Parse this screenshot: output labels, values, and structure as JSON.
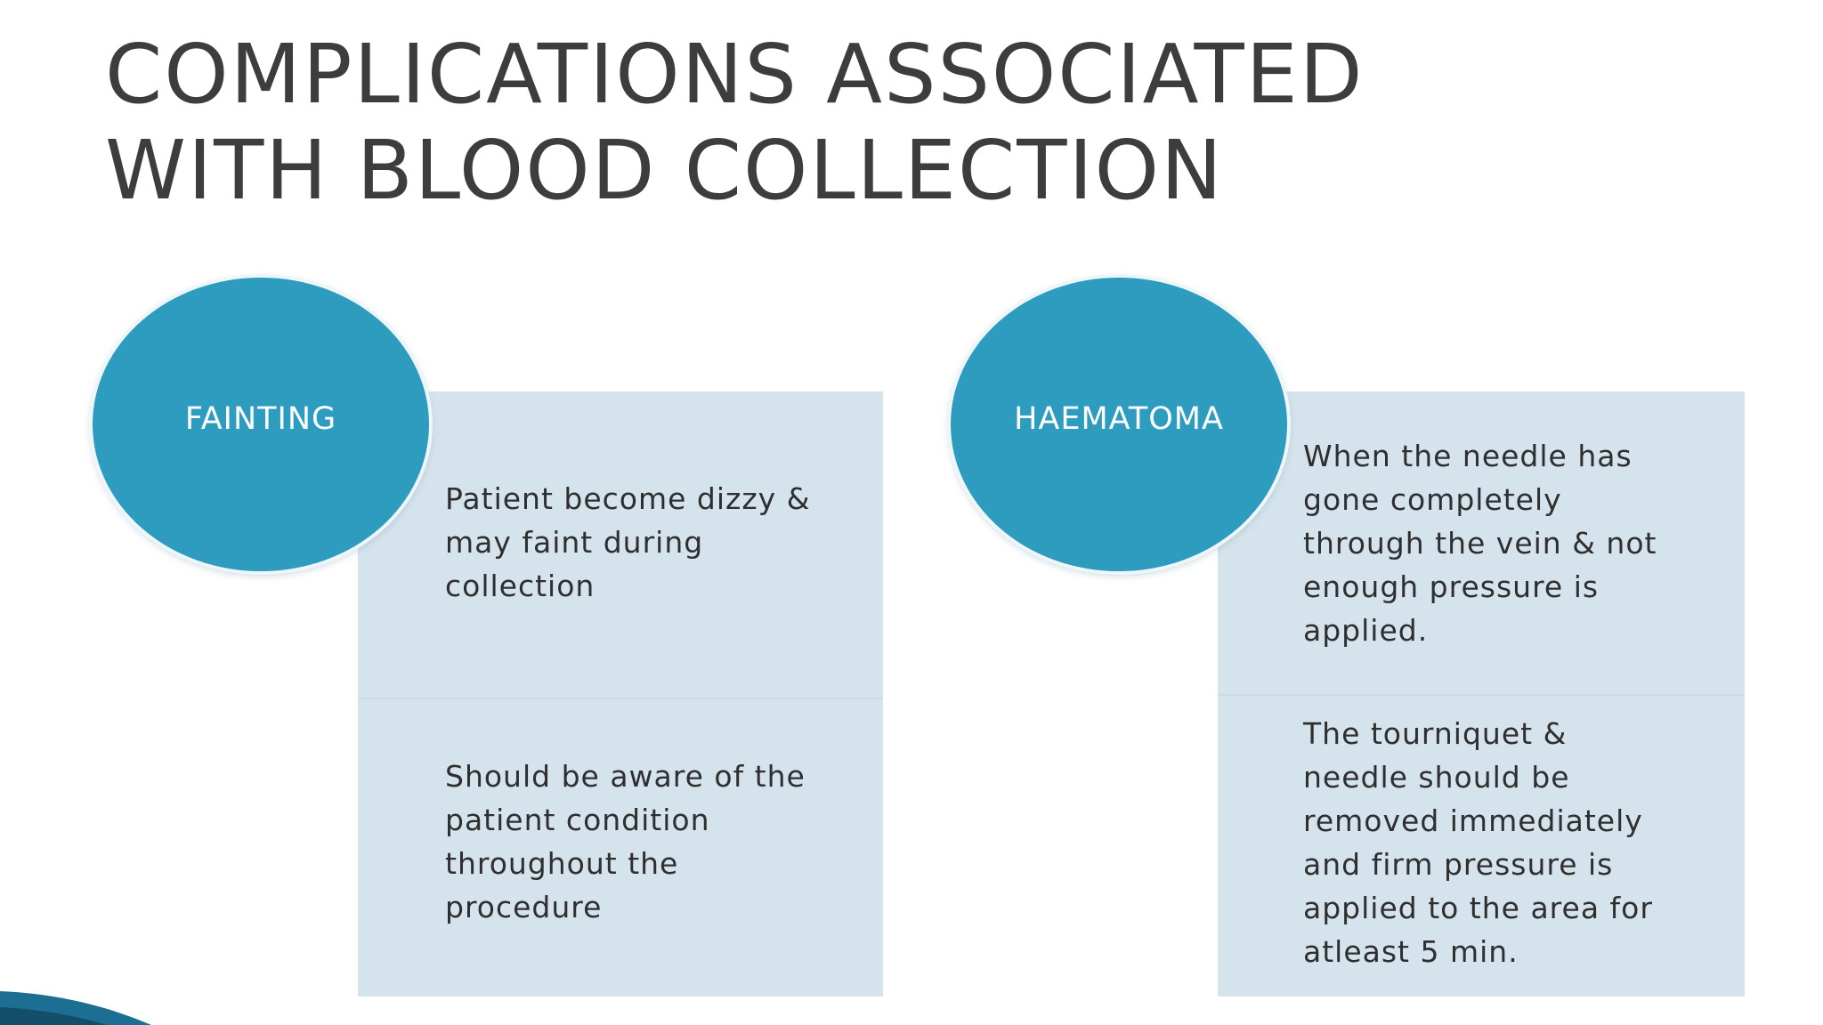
{
  "slide": {
    "title": "COMPLICATIONS ASSOCIATED\nWITH BLOOD COLLECTION",
    "accent_color": "#2d9cbf",
    "panel_color": "#d5e4ec",
    "cards": [
      {
        "label": "FAINTING",
        "points": [
          "Patient become dizzy &\nmay faint during\ncollection",
          "Should be aware of the\npatient condition\nthroughout the\nprocedure"
        ]
      },
      {
        "label": "HAEMATOMA",
        "points": [
          "When the needle has\ngone completely\nthrough the vein & not\nenough pressure is\napplied.",
          "The tourniquet &\nneedle should be\nremoved immediately\nand firm pressure is\napplied to the area for\natleast 5 min."
        ]
      }
    ]
  }
}
